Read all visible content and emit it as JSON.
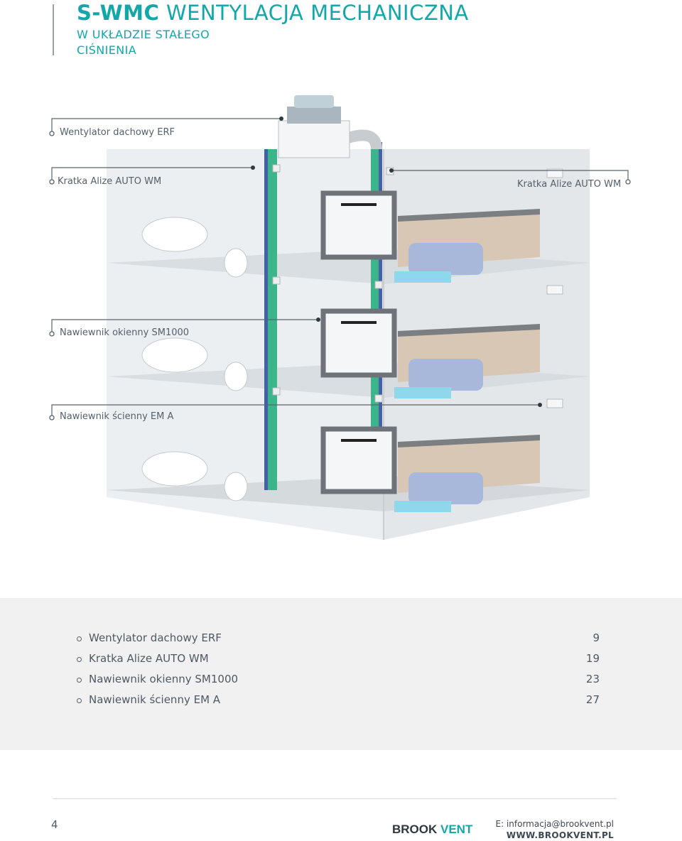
{
  "header": {
    "title_brand": "S-WMC",
    "title_rest": "WENTYLACJA MECHANICZNA",
    "subtitle": "W UKŁADZIE STAŁEGO CIŚNIENIA"
  },
  "callouts": [
    "Wentylator dachowy ERF",
    "Kratka Alize AUTO WM",
    "Kratka Alize AUTO WM",
    "Nawiewnik okienny SM1000",
    "Nawiewnik ścienny EM A"
  ],
  "toc": [
    {
      "label": "Wentylator dachowy ERF",
      "page": "9"
    },
    {
      "label": "Kratka Alize AUTO WM",
      "page": "19"
    },
    {
      "label": "Nawiewnik okienny SM1000",
      "page": "23"
    },
    {
      "label": "Nawiewnik ścienny EM A",
      "page": "27"
    }
  ],
  "footer": {
    "page_number": "4",
    "logo_part1": "BROOK",
    "logo_part2": "VENT",
    "email": "E: informacja@brookvent.pl",
    "website": "WWW.BROOKVENT.PL"
  },
  "colors": {
    "accent": "#14a7a9",
    "duct_green": "#3bb58a",
    "duct_blue": "#4660a8",
    "toc_bg": "#f1f1f1"
  }
}
